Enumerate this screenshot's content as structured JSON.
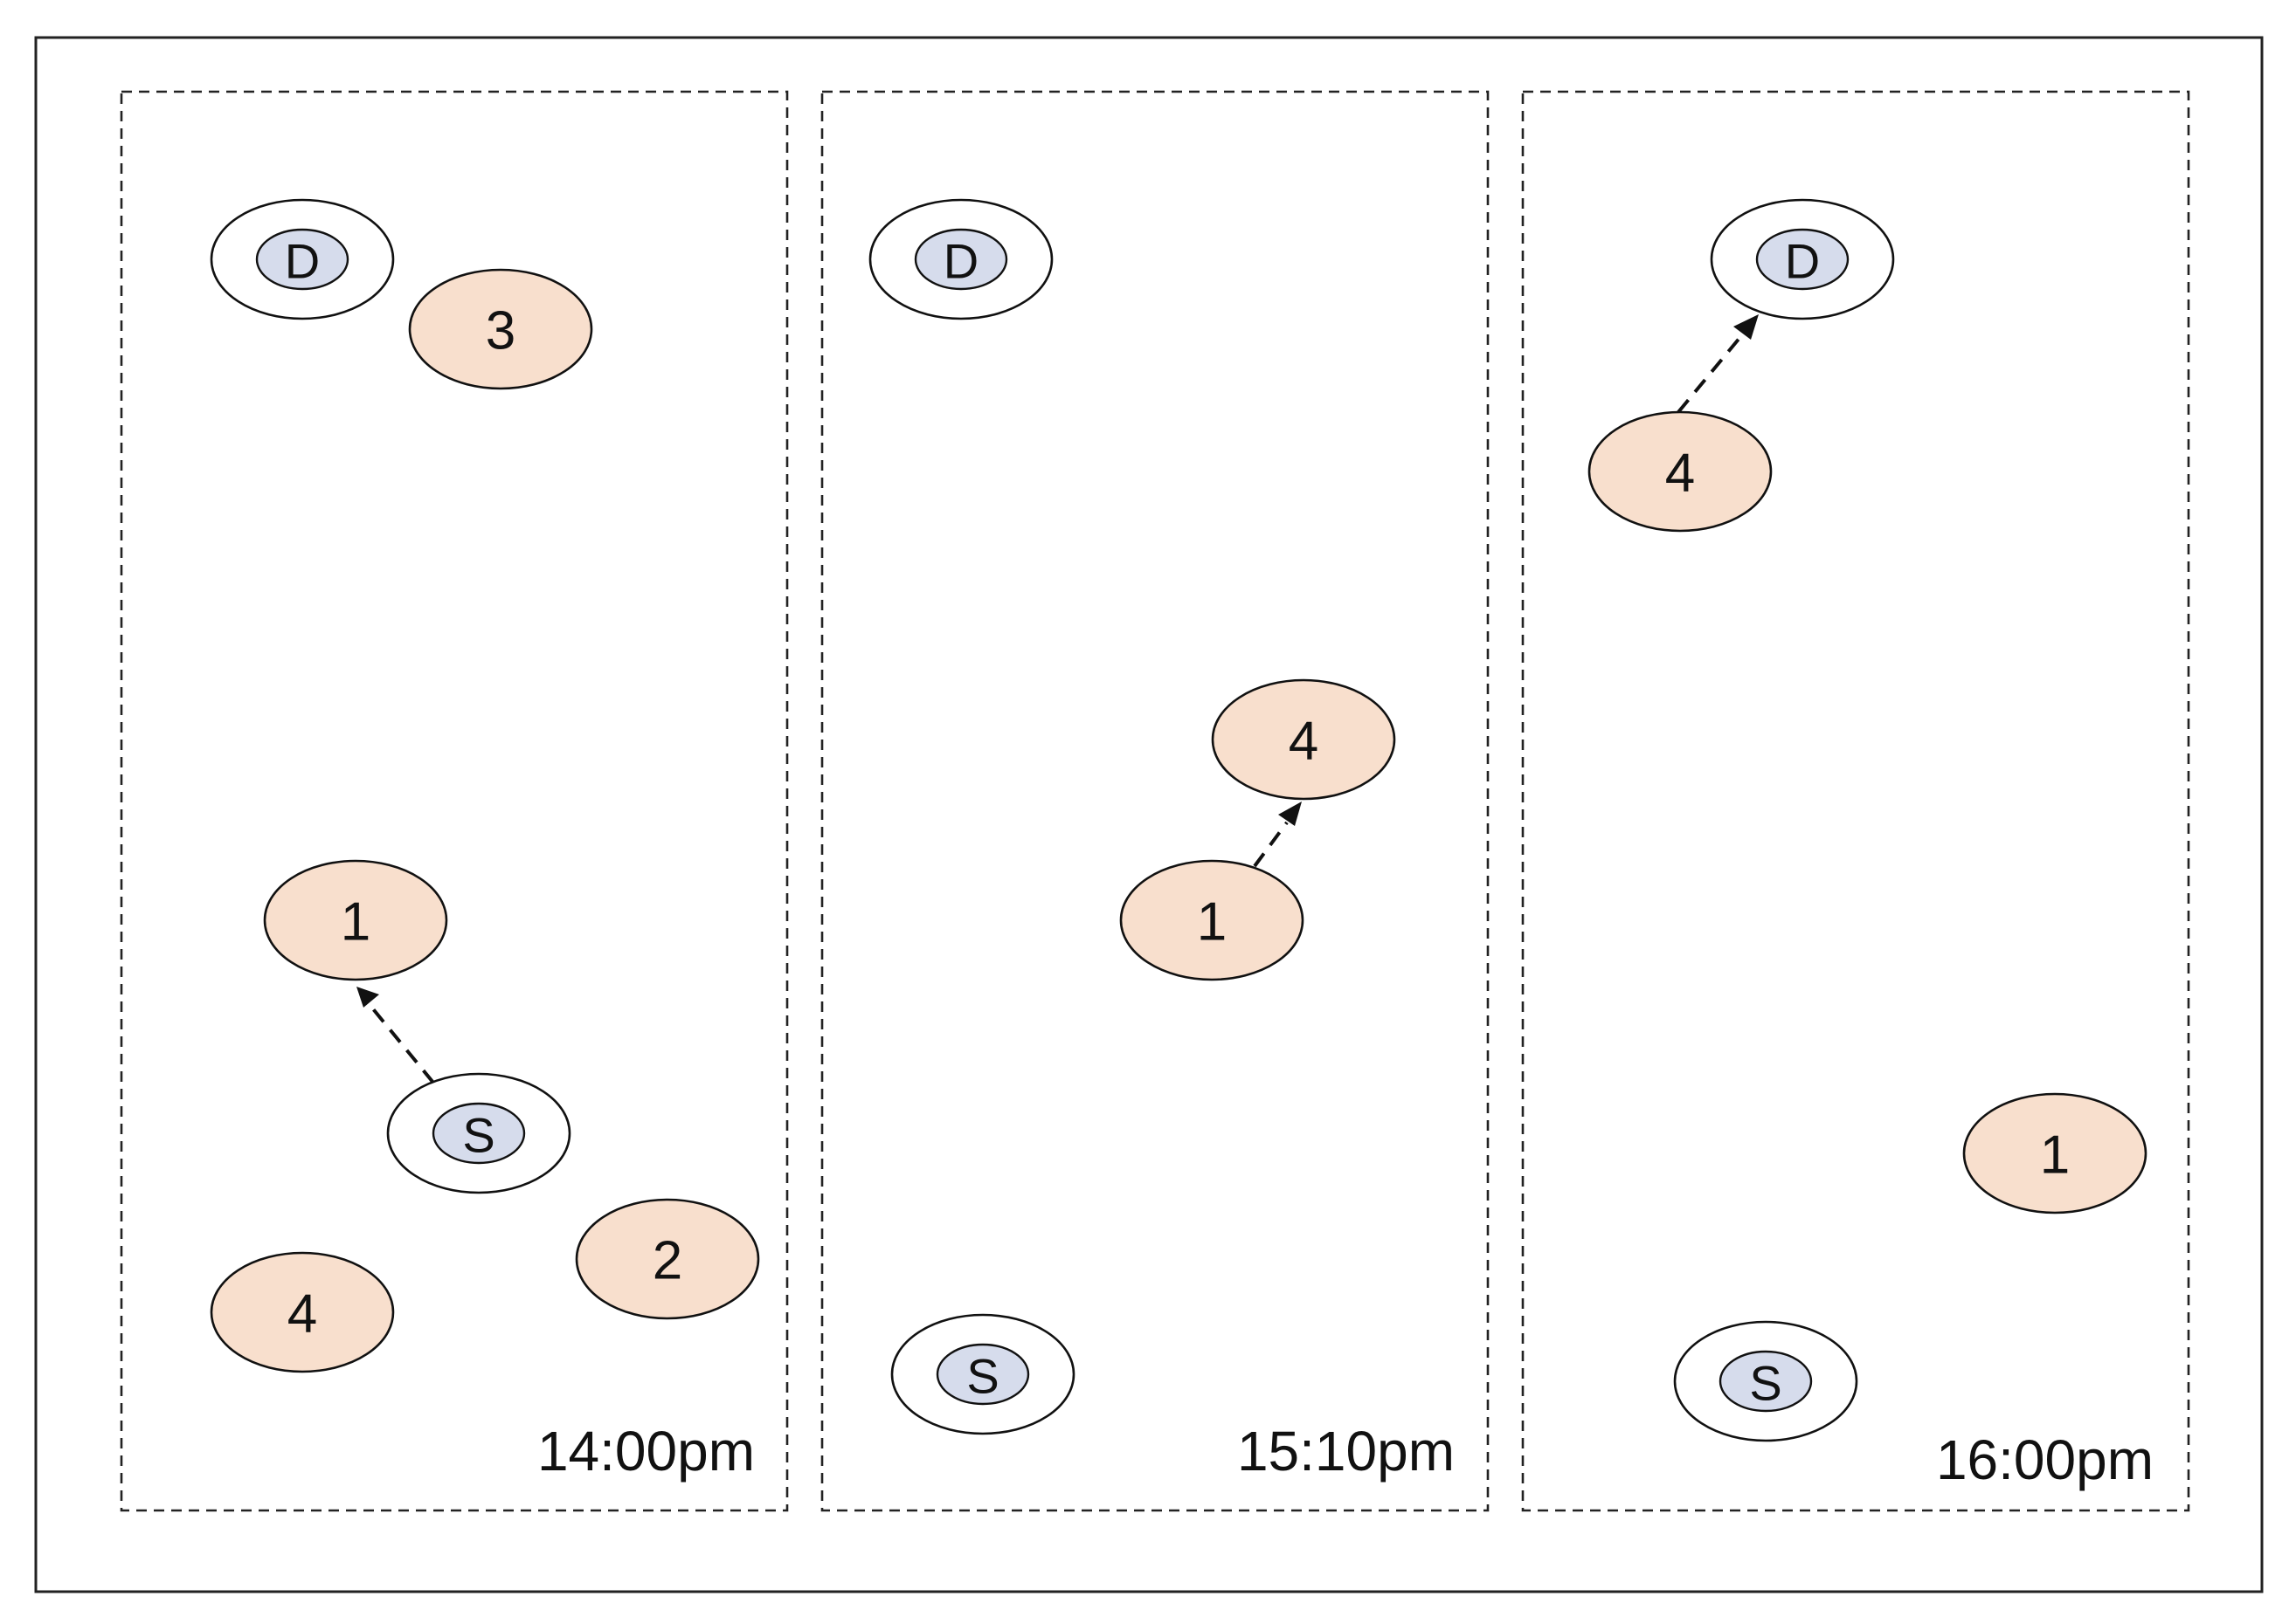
{
  "panels": [
    {
      "time": "14:00pm",
      "endpoints": [
        {
          "label": "D",
          "role": "destination"
        },
        {
          "label": "S",
          "role": "source"
        }
      ],
      "nodes": [
        "3",
        "1",
        "2",
        "4"
      ],
      "links": [
        {
          "from": "S",
          "to": "1"
        }
      ]
    },
    {
      "time": "15:10pm",
      "endpoints": [
        {
          "label": "D",
          "role": "destination"
        },
        {
          "label": "S",
          "role": "source"
        }
      ],
      "nodes": [
        "4",
        "1"
      ],
      "links": [
        {
          "from": "1",
          "to": "4"
        }
      ]
    },
    {
      "time": "16:00pm",
      "endpoints": [
        {
          "label": "D",
          "role": "destination"
        },
        {
          "label": "S",
          "role": "source"
        }
      ],
      "nodes": [
        "4",
        "1"
      ],
      "links": [
        {
          "from": "4",
          "to": "D"
        }
      ]
    }
  ],
  "colors": {
    "relay_node_fill": "#f8dfcd",
    "endpoint_inner_fill": "#d6dcec",
    "endpoint_outer_fill": "#ffffff",
    "line": "#111111"
  }
}
